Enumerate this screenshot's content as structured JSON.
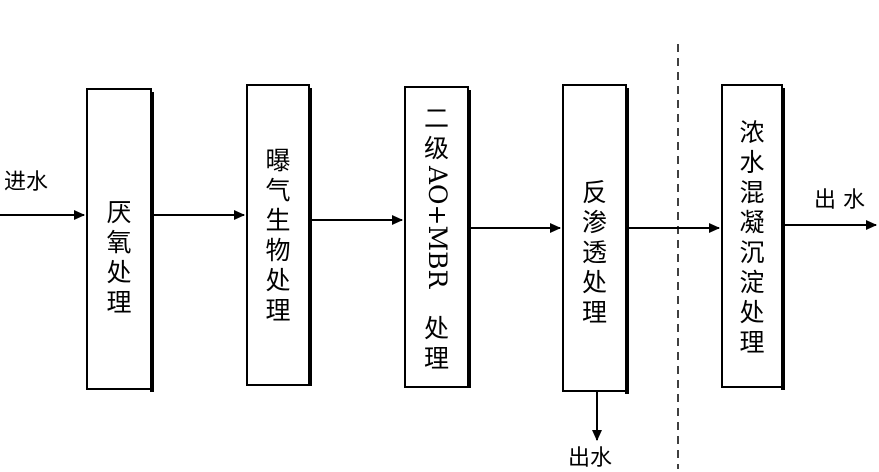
{
  "input_label": "进水",
  "output_right_label": "出 水",
  "output_bottom_label": "出水",
  "boxes": [
    {
      "label": "厌氧处理"
    },
    {
      "label": "曝气生物处理"
    },
    {
      "label_top": "二级",
      "label_rot": "AO+MBR",
      "label_bottom": "处理"
    },
    {
      "label": "反渗透处理"
    },
    {
      "label": "浓水混凝沉淀处理"
    }
  ]
}
